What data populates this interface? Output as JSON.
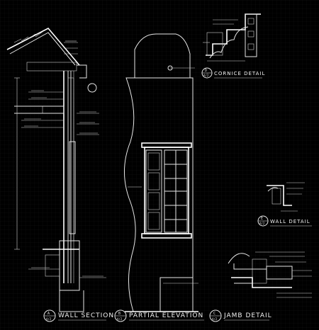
{
  "titles": {
    "wall_section": "WALL SECTION",
    "partial_elevation": "PARTIAL ELEVATION",
    "jamb_detail": "JAMB DETAIL",
    "cornice_detail": "CORNICE DETAIL",
    "wall_detail": "WALL DETAIL"
  },
  "marks": {
    "a": "A",
    "b": "B",
    "c": "C",
    "d": "D",
    "e": "E",
    "sheet": "A/2"
  }
}
